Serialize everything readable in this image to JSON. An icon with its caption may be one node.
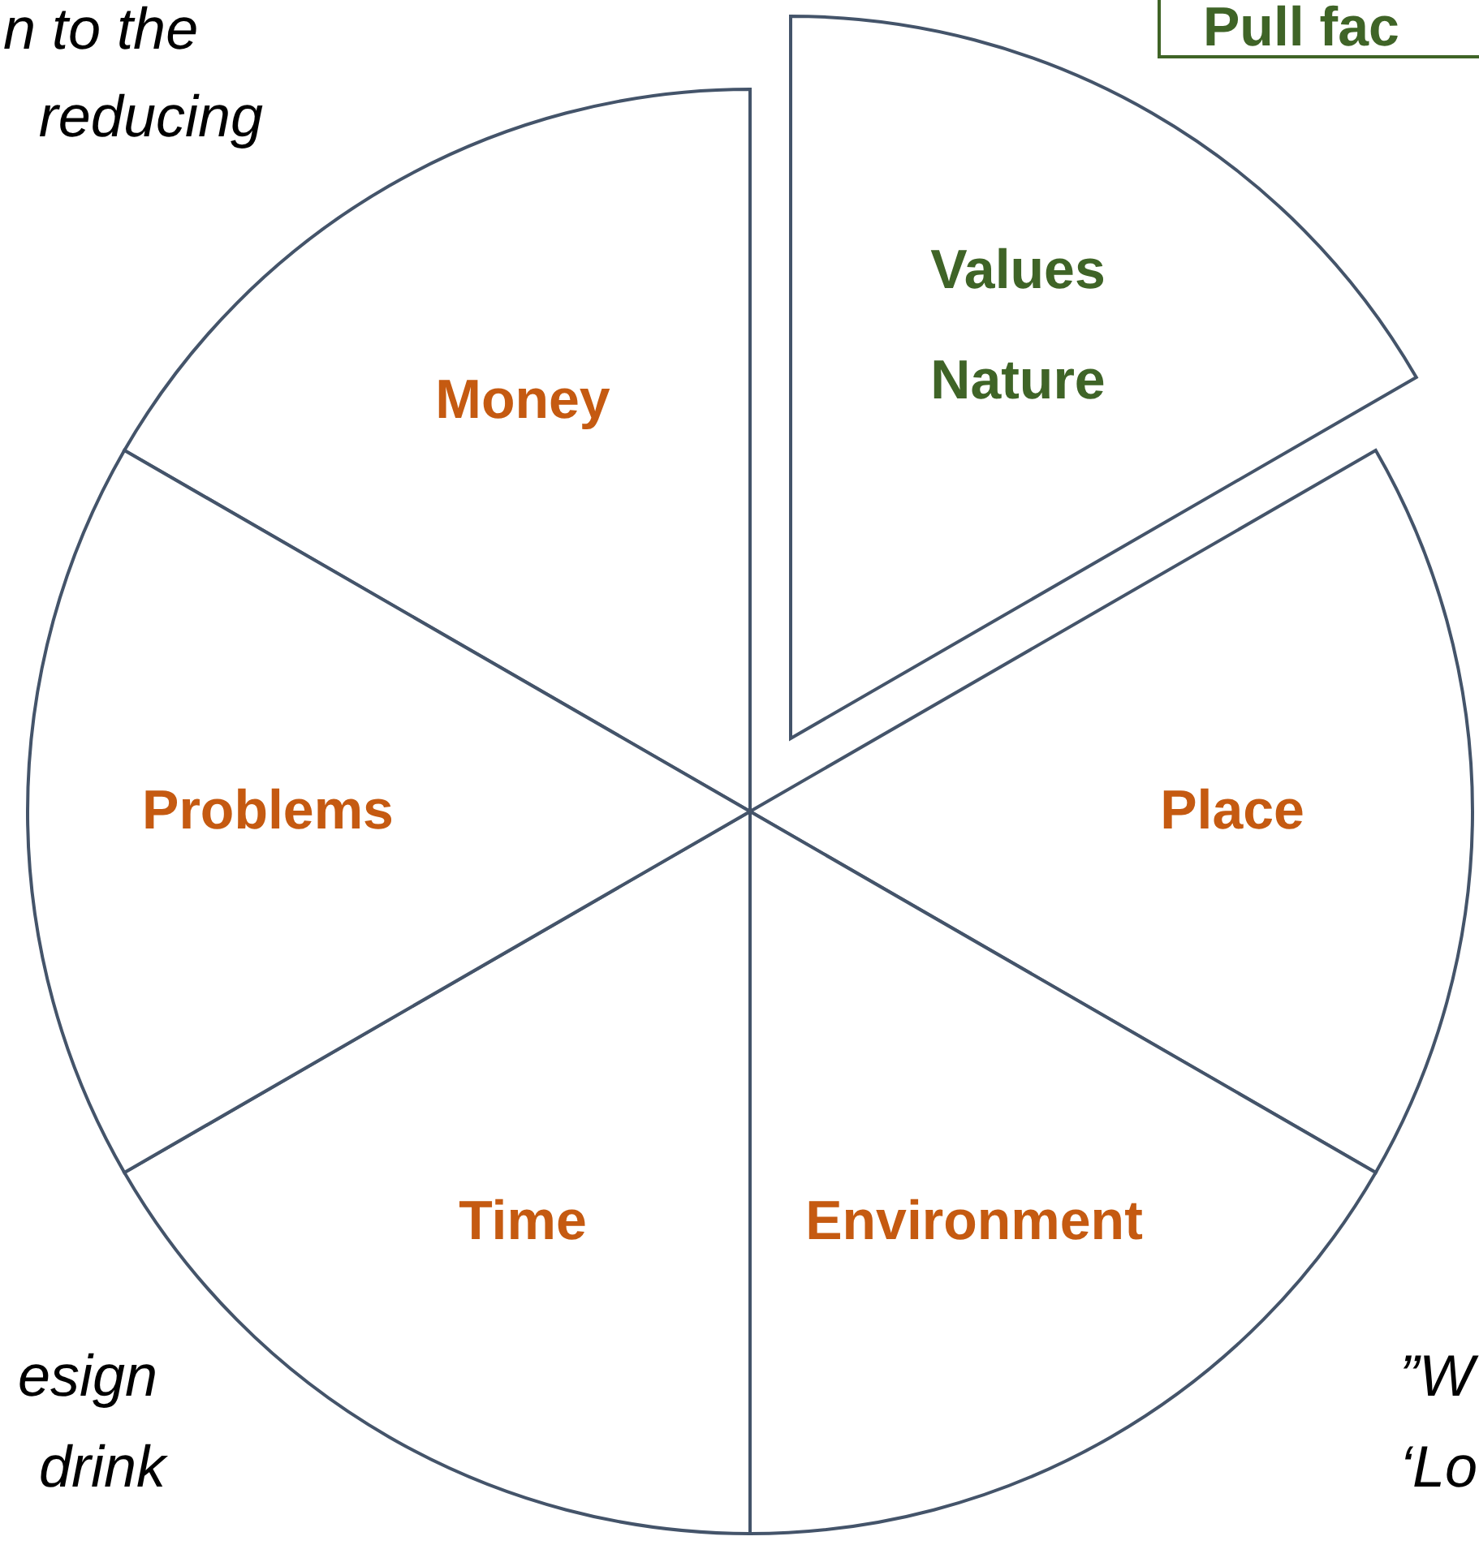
{
  "diagram": {
    "nodes": [
      {
        "text": [
          "Money"
        ]
      },
      {
        "text": [
          "Values",
          "Nature"
        ]
      },
      {
        "text": [
          "Place"
        ]
      },
      {
        "text": [
          "Environment"
        ]
      },
      {
        "text": [
          "Time"
        ]
      },
      {
        "text": [
          "Problems"
        ]
      },
      {
        "text": [
          "Pull fac"
        ]
      }
    ],
    "labels": [
      "n to the",
      "reducing",
      "esign",
      "drink",
      "”W",
      "‘Lo"
    ]
  }
}
